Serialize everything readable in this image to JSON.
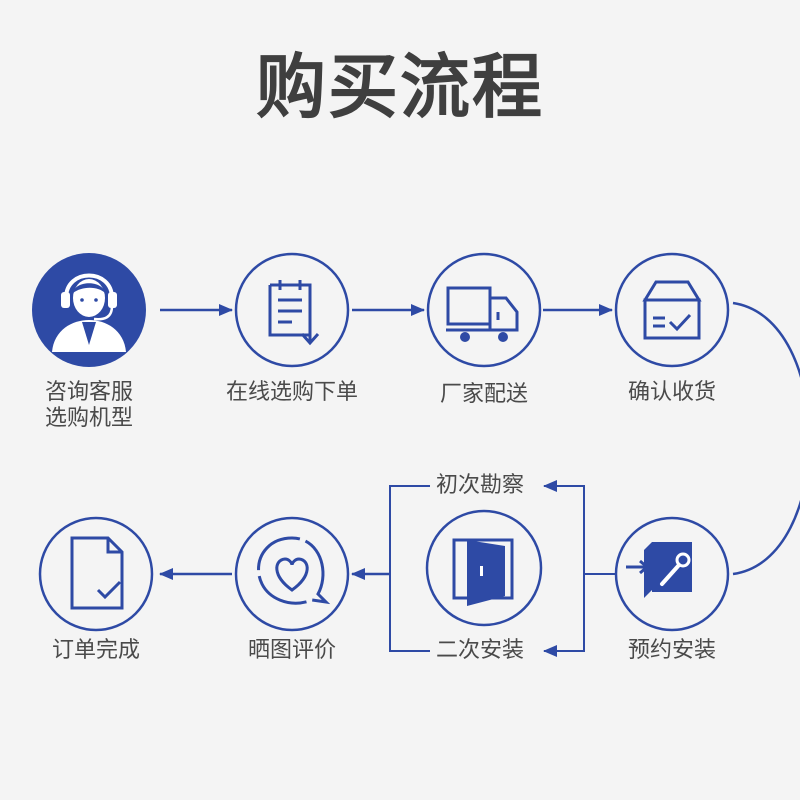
{
  "title": "购买流程",
  "colors": {
    "primary": "#2e4aa5",
    "text": "#4a4a4a",
    "title": "#3f3f3f",
    "background": "#f4f4f4"
  },
  "steps": [
    {
      "icon": "customer-service-icon",
      "label": [
        "咨询客服",
        "选购机型"
      ],
      "filled": true
    },
    {
      "icon": "order-form-icon",
      "label": [
        "在线选购下单"
      ]
    },
    {
      "icon": "delivery-truck-icon",
      "label": [
        "厂家配送"
      ]
    },
    {
      "icon": "package-check-icon",
      "label": [
        "确认收货"
      ]
    },
    {
      "icon": "install-tool-icon",
      "label": [
        "预约安装"
      ]
    },
    {
      "icon": "door-icon",
      "label": []
    },
    {
      "icon": "heart-chat-icon",
      "label": [
        "晒图评价"
      ]
    },
    {
      "icon": "document-check-icon",
      "label": [
        "订单完成"
      ]
    }
  ],
  "door_branches": {
    "top": "初次勘察",
    "bottom": "二次安装"
  }
}
